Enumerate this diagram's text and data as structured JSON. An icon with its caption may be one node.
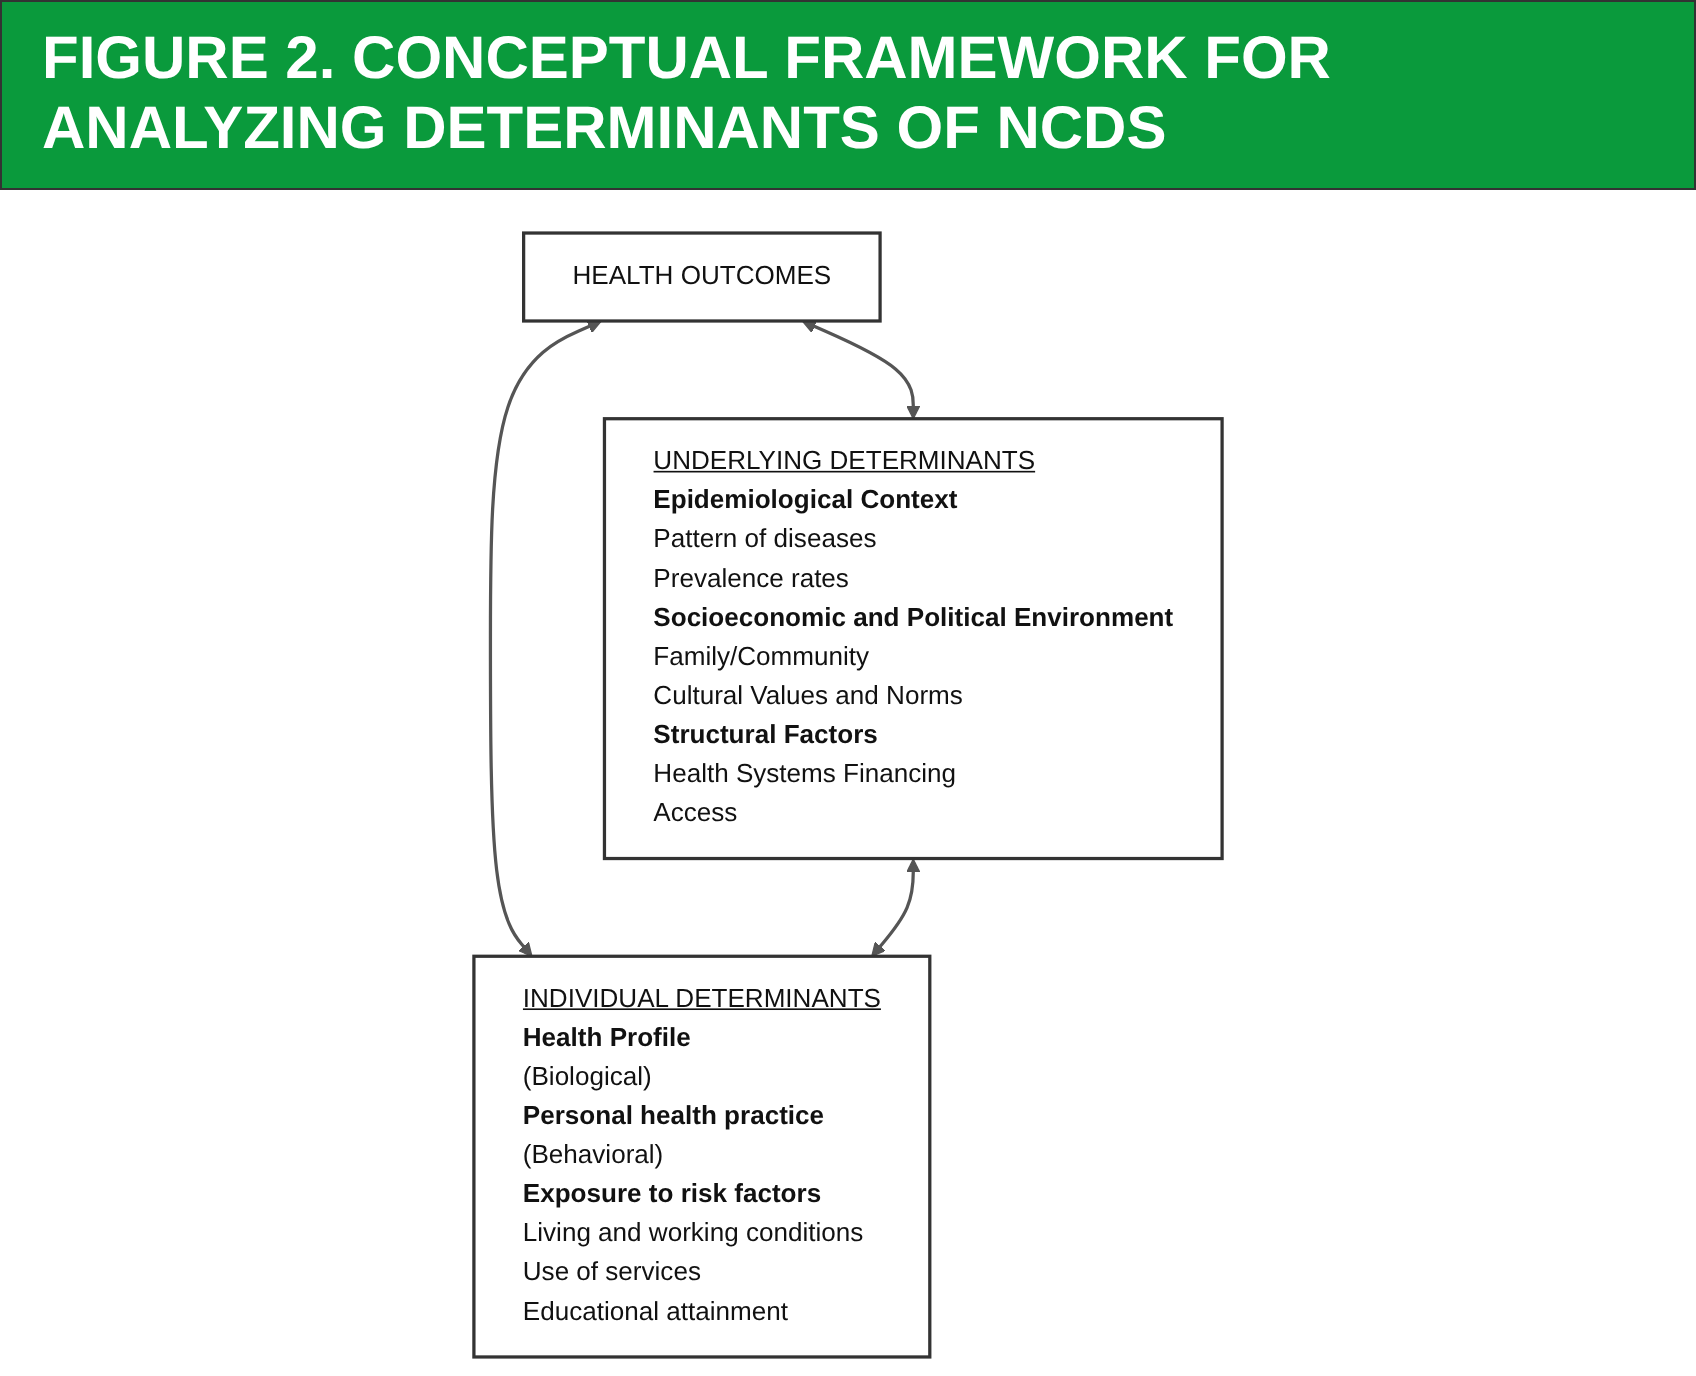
{
  "diagram": {
    "title": "FIGURE 2. CONCEPTUAL FRAMEWORK FOR ANALYZING DETERMINANTS OF NCDS",
    "nodes": [
      {
        "text": [
          "HEALTH OUTCOMES"
        ]
      },
      {
        "text": [
          "UNDERLYING DETERMINANTS",
          "Epidemiological Context",
          "Pattern of diseases",
          "Prevalence rates",
          "Socioeconomic and Political Environment",
          "Family/Community",
          "Cultural Values and Norms",
          "Structural Factors",
          "Health Systems Financing",
          "Access"
        ]
      },
      {
        "text": [
          "INDIVIDUAL DETERMINANTS",
          "Health Profile",
          "(Biological)",
          "Personal health practice",
          "(Behavioral)",
          "Exposure to risk factors",
          "Living and working conditions",
          "Use of services",
          "Educational attainment"
        ]
      }
    ],
    "edges": [
      {
        "from": 0,
        "to": 1,
        "arrow": "both"
      },
      {
        "from": 0,
        "to": 2,
        "arrow": "both"
      },
      {
        "from": 1,
        "to": 2,
        "arrow": "both"
      }
    ]
  }
}
